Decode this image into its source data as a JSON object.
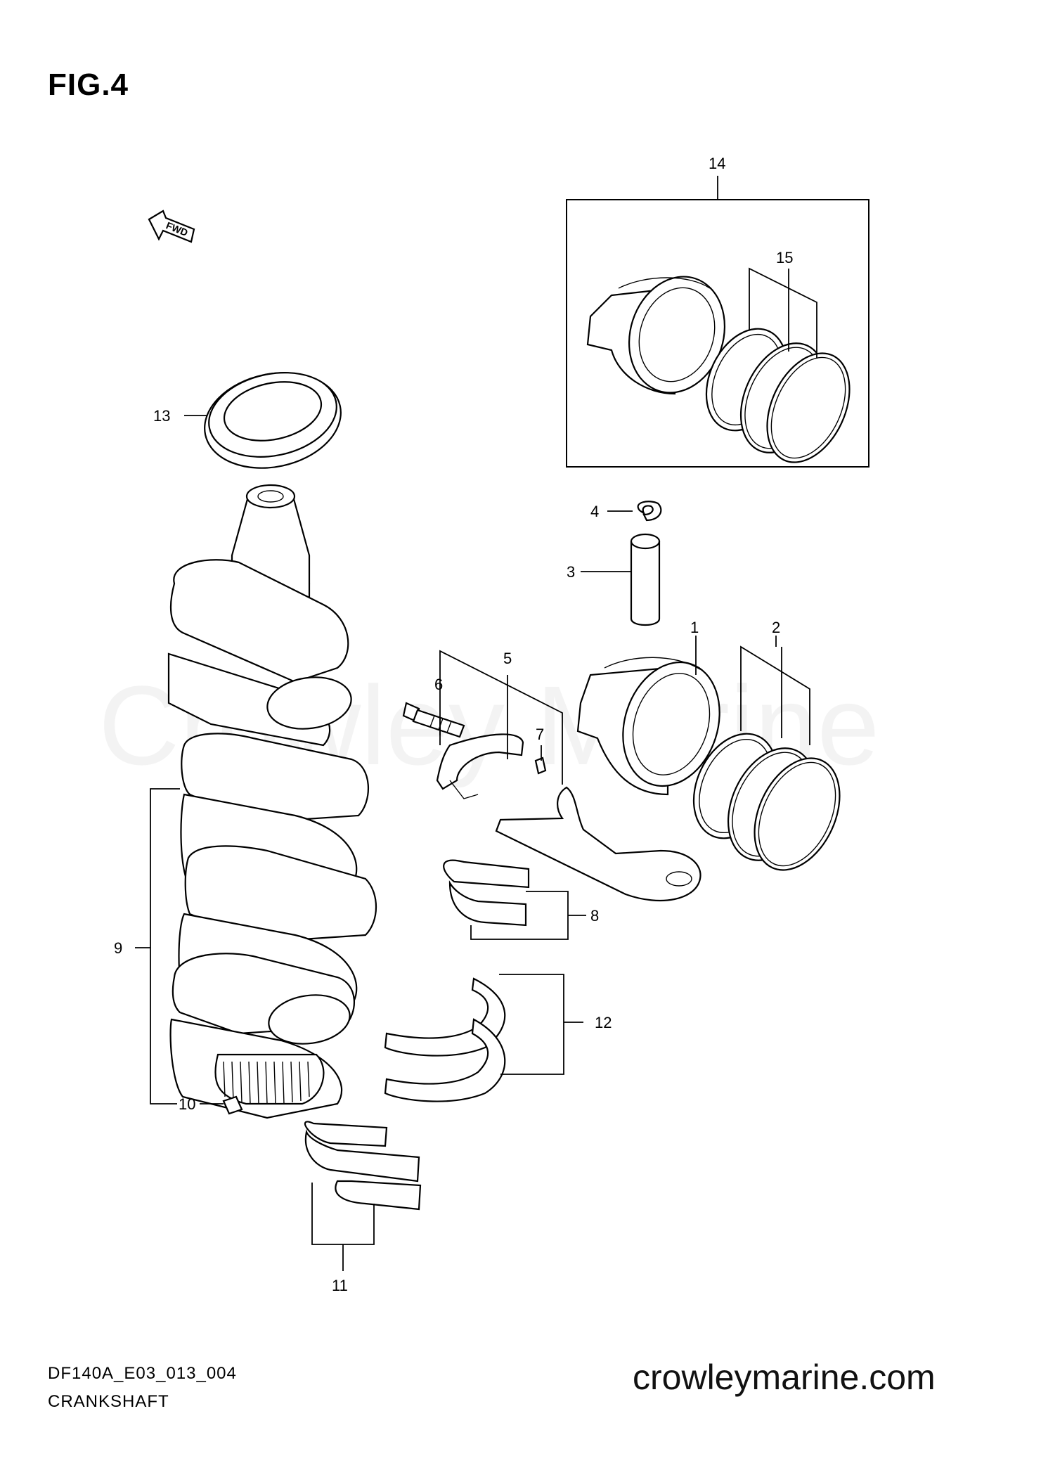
{
  "figure": {
    "title": "FIG.4"
  },
  "watermark": {
    "text": "Crowley Marine"
  },
  "fwd_label": "FWD",
  "callouts": [
    {
      "id": "1",
      "label": "1"
    },
    {
      "id": "2",
      "label": "2"
    },
    {
      "id": "3",
      "label": "3"
    },
    {
      "id": "4",
      "label": "4"
    },
    {
      "id": "5",
      "label": "5"
    },
    {
      "id": "6",
      "label": "6"
    },
    {
      "id": "7",
      "label": "7"
    },
    {
      "id": "8",
      "label": "8"
    },
    {
      "id": "9",
      "label": "9"
    },
    {
      "id": "10",
      "label": "10"
    },
    {
      "id": "11",
      "label": "11"
    },
    {
      "id": "12",
      "label": "12"
    },
    {
      "id": "13",
      "label": "13"
    },
    {
      "id": "14",
      "label": "14"
    },
    {
      "id": "15",
      "label": "15"
    }
  ],
  "footer": {
    "diagram_code": "DF140A_E03_013_004",
    "diagram_name": "CRANKSHAFT",
    "site": "crowleymarine.com"
  }
}
